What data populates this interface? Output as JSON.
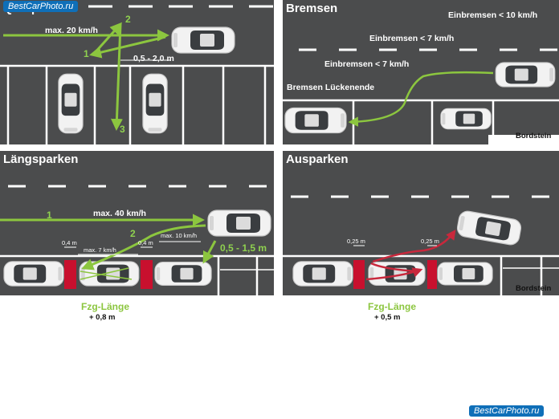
{
  "watermark": "BestCarPhoto.ru",
  "panels": {
    "querparken": {
      "title": "Querparken",
      "speed": "max. 20 km/h",
      "distance": "0,5 - 2,0 m",
      "steps": [
        "1",
        "2",
        "3"
      ]
    },
    "bremsen": {
      "title": "Bremsen",
      "labels": [
        "Einbremsen < 10 km/h",
        "Einbremsen < 7 km/h",
        "Einbremsen < 7 km/h",
        "Bremsen Lückenende"
      ],
      "curb": "Bordstein"
    },
    "laengsparken": {
      "title": "Längsparken",
      "speed": "max. 40 km/h",
      "speed2": "max. 10 km/h",
      "speed3": "max. 7 km/h",
      "gap_left": "0,4 m",
      "gap_right": "0,4 m",
      "distance": "0,5 - 1,5 m",
      "steps": [
        "1",
        "2"
      ],
      "length_label": "Fzg-Länge",
      "length_add": "+ 0,8 m"
    },
    "ausparken": {
      "title": "Ausparken",
      "gap_left": "0,25 m",
      "gap_right": "0,25 m",
      "curb": "Bordstein",
      "length_label": "Fzg-Länge",
      "length_add": "+ 0,5 m"
    }
  },
  "colors": {
    "road": "#4b4c4d",
    "arrow_green": "#8cc63f",
    "arrow_red": "#c8283c",
    "marker_red": "#c8102e",
    "watermark_bg": "#0f6fb8"
  }
}
